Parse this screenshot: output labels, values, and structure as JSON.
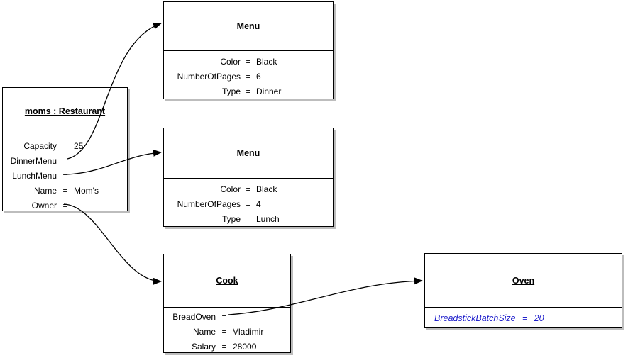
{
  "diagram": {
    "background": "#ffffff",
    "colors": {
      "box_border": "#000000",
      "box_fill": "#ffffff",
      "text": "#000000",
      "shadow": "#bdbdbd",
      "link_line": "#000000",
      "linked_attribute_text": "#2222cc"
    },
    "symbols": {
      "equals": "="
    },
    "objects": [
      {
        "id": "moms-restaurant",
        "title": "moms : Restaurant",
        "attributes": [
          {
            "name": "Capacity",
            "value": "25",
            "linked": false
          },
          {
            "name": "DinnerMenu",
            "value": "",
            "linked": true
          },
          {
            "name": "LunchMenu",
            "value": "",
            "linked": true
          },
          {
            "name": "Name",
            "value": "Mom's",
            "linked": false
          },
          {
            "name": "Owner",
            "value": "",
            "linked": true
          }
        ]
      },
      {
        "id": "menu-dinner",
        "title": "Menu",
        "attributes": [
          {
            "name": "Color",
            "value": "Black",
            "linked": false
          },
          {
            "name": "NumberOfPages",
            "value": "6",
            "linked": false
          },
          {
            "name": "Type",
            "value": "Dinner",
            "linked": false
          }
        ]
      },
      {
        "id": "menu-lunch",
        "title": "Menu",
        "attributes": [
          {
            "name": "Color",
            "value": "Black",
            "linked": false
          },
          {
            "name": "NumberOfPages",
            "value": "4",
            "linked": false
          },
          {
            "name": "Type",
            "value": "Lunch",
            "linked": false
          }
        ]
      },
      {
        "id": "cook",
        "title": "Cook",
        "attributes": [
          {
            "name": "BreadOven",
            "value": "",
            "linked": true
          },
          {
            "name": "Name",
            "value": "Vladimir",
            "linked": false
          },
          {
            "name": "Salary",
            "value": "28000",
            "linked": false
          }
        ]
      },
      {
        "id": "oven",
        "title": "Oven",
        "attributes": [
          {
            "name": "BreadstickBatchSize",
            "value": "20",
            "linked": false,
            "style": "blue-italic"
          }
        ]
      }
    ],
    "links": [
      {
        "from": "moms-restaurant.DinnerMenu",
        "to": "menu-dinner"
      },
      {
        "from": "moms-restaurant.LunchMenu",
        "to": "menu-lunch"
      },
      {
        "from": "moms-restaurant.Owner",
        "to": "cook"
      },
      {
        "from": "cook.BreadOven",
        "to": "oven"
      }
    ]
  }
}
